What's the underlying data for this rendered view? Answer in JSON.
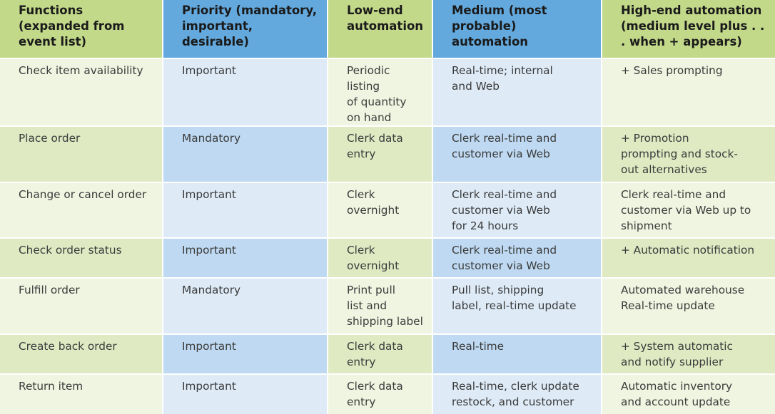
{
  "table": {
    "headers": [
      "Functions (expanded from event list)",
      "Priority (mandatory, important, desirable)",
      "Low-end automation",
      "Medium (most probable) automation",
      "High-end automation (medium level plus . . . when + appears)"
    ],
    "rows": [
      [
        "Check item availability",
        "Important",
        "Periodic listing\nof quantity\non hand",
        "Real-time; internal\nand Web",
        "+ Sales prompting"
      ],
      [
        "Place order",
        "Mandatory",
        "Clerk data\nentry",
        "Clerk real-time and\ncustomer via Web",
        "+ Promotion\nprompting and stock-\nout alternatives"
      ],
      [
        "Change or cancel order",
        "Important",
        "Clerk\novernight",
        "Clerk real-time and\ncustomer via Web\nfor 24 hours",
        "Clerk real-time and\ncustomer via Web up to\nshipment"
      ],
      [
        "Check order status",
        "Important",
        "Clerk\novernight",
        "Clerk real-time and\ncustomer via Web",
        "+ Automatic notification"
      ],
      [
        "Fulfill order",
        "Mandatory",
        "Print pull\nlist and\nshipping label",
        "Pull list, shipping\nlabel, real-time update",
        "Automated warehouse\nReal-time update"
      ],
      [
        "Create back order",
        "Important",
        "Clerk data\nentry",
        "Real-time",
        "+ System automatic\nand notify supplier"
      ],
      [
        "Return item",
        "Important",
        "Clerk data\nentry",
        "Real-time, clerk update\nrestock, and customer",
        "Automatic inventory\nand account update"
      ]
    ]
  }
}
